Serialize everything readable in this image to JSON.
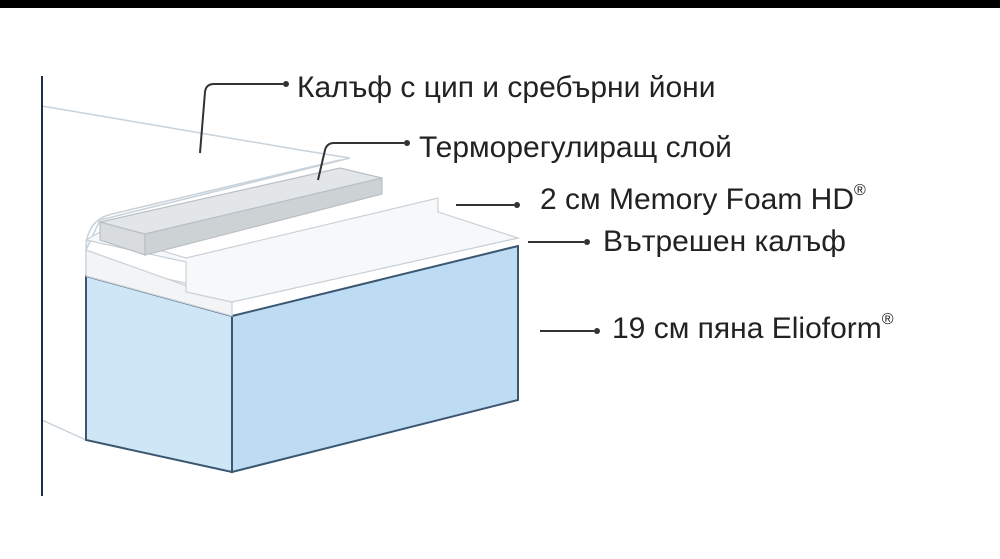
{
  "colors": {
    "top_bar": "#000000",
    "foam": "#cfe6f6",
    "foam_side": "#bddcf3",
    "outline": "#1a3047",
    "leader": "#333333"
  },
  "layers": [
    {
      "id": "cover",
      "label": "Калъф с цип и сребърни йони",
      "mark": ""
    },
    {
      "id": "thermo",
      "label": "Терморегулиращ слой",
      "mark": ""
    },
    {
      "id": "memory",
      "label": "2 см Memory Foam HD",
      "mark": "®"
    },
    {
      "id": "inner",
      "label": "Вътрешен калъф",
      "mark": ""
    },
    {
      "id": "foam",
      "label": "19 см пяна Elioform",
      "mark": "®"
    }
  ]
}
